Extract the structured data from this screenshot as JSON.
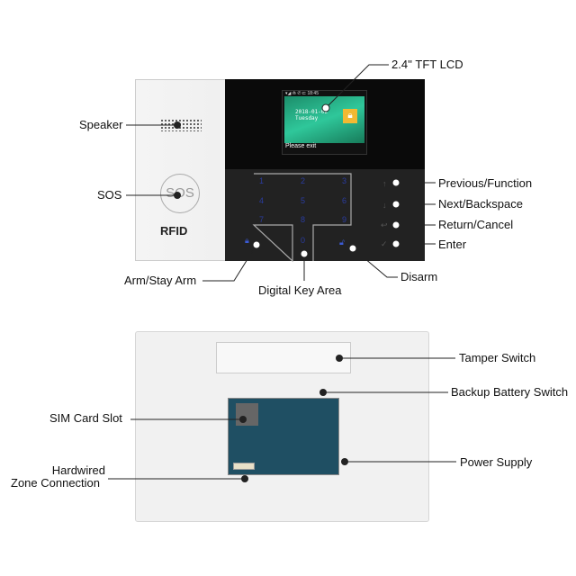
{
  "device_front": {
    "lcd_status": "▾◢ ⟰ ✆   ⊏ 18:45",
    "lcd_date": "2018-01-02",
    "lcd_day": "Tuesday",
    "lcd_message": "Please exit",
    "keypad_keys": [
      "1",
      "2",
      "3",
      "4",
      "5",
      "6",
      "7",
      "8",
      "9",
      "0"
    ],
    "sos_text": "SOS",
    "rfid_text": "RFID"
  },
  "labels_front": {
    "lcd": "2.4'' TFT LCD",
    "speaker": "Speaker",
    "sos": "SOS",
    "previous": "Previous/Function",
    "next": "Next/Backspace",
    "return": "Return/Cancel",
    "enter": "Enter",
    "arm": "Arm/Stay Arm",
    "digital": "Digital Key Area",
    "disarm": "Disarm"
  },
  "labels_back": {
    "tamper": "Tamper Switch",
    "battery": "Backup Battery Switch",
    "sim": "SIM Card Slot",
    "hardwired_1": "Hardwired",
    "hardwired_2": "Zone Connection",
    "power": "Power Supply"
  }
}
